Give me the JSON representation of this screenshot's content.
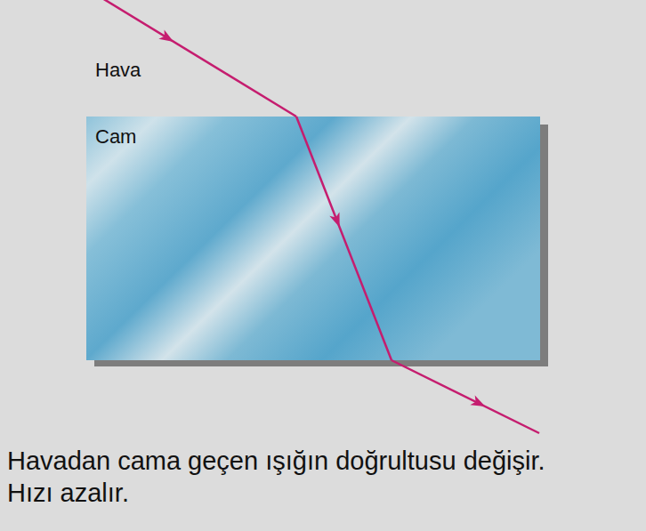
{
  "diagram": {
    "caption": "Havadan cama geçen ışığın doğrultusu değişir. Hızı azalır.",
    "nodes": [
      {
        "text": [
          "Cam"
        ]
      }
    ],
    "labels": [
      "Hava"
    ]
  }
}
